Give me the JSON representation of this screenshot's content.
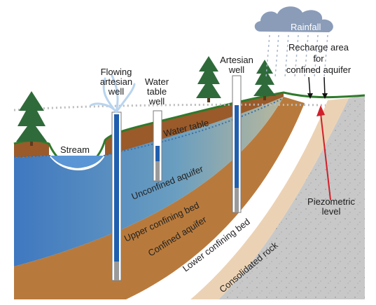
{
  "labels": {
    "rainfall": "Rainfall",
    "recharge_line1": "Recharge area",
    "recharge_line2": "for",
    "recharge_line3": "confined aquifer",
    "flowing_line1": "Flowing",
    "flowing_line2": "artesian",
    "flowing_line3": "well",
    "watertable_well_line1": "Water",
    "watertable_well_line2": "table",
    "watertable_well_line3": "well",
    "artesian_line1": "Artesian",
    "artesian_line2": "well",
    "stream": "Stream",
    "water_table": "Water table",
    "unconfined_aquifer": "Unconfined aquifer",
    "upper_confining_bed": "Upper confining bed",
    "confined_aquifer": "Confined aquifer",
    "lower_confining_bed": "Lower confining bed",
    "consolidated_rock": "Consolidated rock",
    "piezometric_line1": "Piezometric",
    "piezometric_line2": "level"
  },
  "colors": {
    "topsoil": "#9a5a2a",
    "unconfined_aquifer": "#4f86c6",
    "upper_confining_bed": "#b87a3c",
    "confined_aquifer": "#ffffff",
    "lower_confining_bed": "#ecd2b4",
    "consolidated_rock": "#c4c4c4",
    "grass": "#2f7a2c",
    "tree": "#2f6b3a",
    "well_casing": "#1f5fae",
    "piezometric_arrow": "#d0202a",
    "cloud": "#8a9cb8"
  },
  "icons": {
    "trees": "conifer-tree",
    "cloud": "rain-cloud",
    "arrow": "down-arrow"
  }
}
